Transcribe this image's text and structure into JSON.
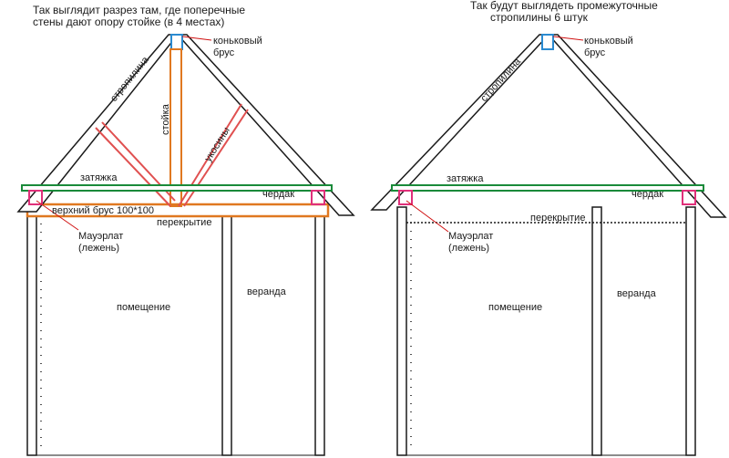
{
  "left": {
    "caption_line1": "Так выглядит разрез там, где поперечные",
    "caption_line2": "стены дают опору стойке (в 4 местах)",
    "ridge_line1": "коньковый",
    "ridge_line2": "брус",
    "rafter": "стропилина",
    "post": "стойка",
    "braces": "укосины",
    "tie": "затяжка",
    "attic": "чердак",
    "top_beam": "верхний брус 100*100",
    "floor": "перекрытие",
    "mauerlat_line1": "Мауэрлат",
    "mauerlat_line2": "(лежень)",
    "room": "помещение",
    "veranda": "веранда"
  },
  "right": {
    "caption_line1": "Так будут выглядеть промежуточные",
    "caption_line2": "стропилины 6 штук",
    "ridge_line1": "коньковый",
    "ridge_line2": "брус",
    "rafter": "стропилина",
    "tie": "затяжка",
    "attic": "чердак",
    "floor": "перекрытие",
    "mauerlat_line1": "Мауэрлат",
    "mauerlat_line2": "(лежень)",
    "room": "помещение",
    "veranda": "веранда"
  },
  "colors": {
    "outline": "#1a1a1a",
    "tie": "#1a8a3a",
    "post": "#e07820",
    "brace": "#e05050",
    "mauerlat": "#e0307a",
    "ridge": "#2a8ad0",
    "leader": "#d01010"
  }
}
